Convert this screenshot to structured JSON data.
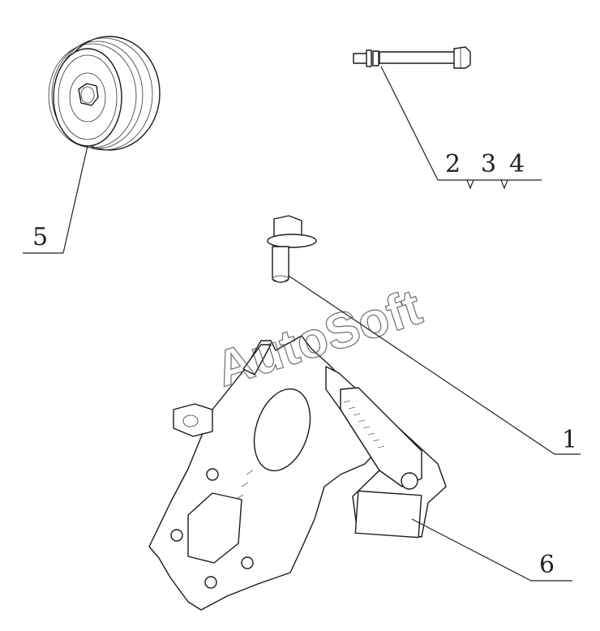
{
  "watermark": "AutoSoft",
  "callouts": {
    "c1": "1",
    "c2": "2",
    "c3": "3",
    "c4": "4",
    "c5": "5",
    "c6": "6"
  },
  "colors": {
    "line": "#1a1a1a",
    "background": "#ffffff"
  }
}
